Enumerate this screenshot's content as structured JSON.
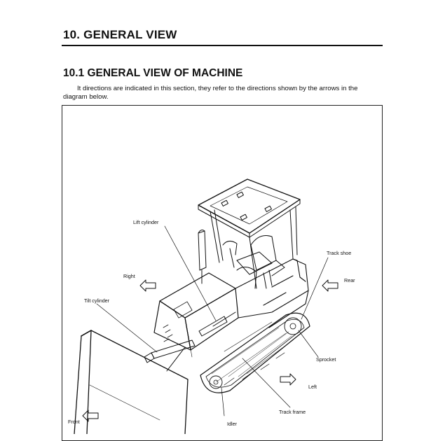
{
  "page": {
    "section_title": "10. GENERAL VIEW",
    "subsection_title": "10.1 GENERAL VIEW OF MACHINE",
    "intro_line1": "It directions are indicated in this section, they refer to the directions shown by the arrows in the",
    "intro_line2": "diagram below."
  },
  "figure": {
    "labels": {
      "lift_cylinder": "Lift cylinder",
      "track_shoe": "Track shoe",
      "right": "Right",
      "rear": "Rear",
      "tilt_cylinder": "Tilt cylinder",
      "sprocket": "Sprocket",
      "left": "Left",
      "track_frame": "Track frame",
      "front": "Front",
      "idler": "Idler"
    }
  }
}
